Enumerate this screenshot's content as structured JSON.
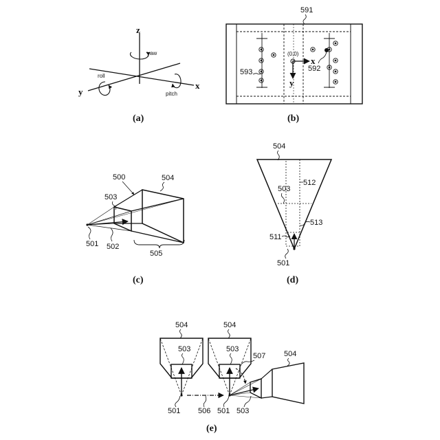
{
  "panels": {
    "a": {
      "caption": "(a)",
      "axes": {
        "z": "z",
        "x": "x",
        "y": "y"
      },
      "rotations": {
        "yaw": "yaw",
        "roll": "roll",
        "pitch": "pitch"
      }
    },
    "b": {
      "caption": "(b)",
      "refs": {
        "board": "591",
        "marker": "592",
        "dots": "593"
      },
      "origin": "(0,0)",
      "axes": {
        "x": "x",
        "y": "y"
      }
    },
    "c": {
      "caption": "(c)",
      "refs": {
        "frustum": "500",
        "viewpoint": "501",
        "near_plane_edge": "502",
        "near_plane": "503",
        "far_plane": "504",
        "depth": "505"
      }
    },
    "d": {
      "caption": "(d)",
      "refs": {
        "viewpoint": "501",
        "near_plane": "503",
        "far_plane": "504",
        "lower_region": "511",
        "column": "512",
        "boundary": "513"
      }
    },
    "e": {
      "caption": "(e)",
      "refs": {
        "far_plane_1": "504",
        "near_plane_1": "503",
        "viewpoint_1": "501",
        "movement": "506",
        "far_plane_2": "504",
        "near_plane_2": "503",
        "viewpoint_2": "501",
        "rotation": "507",
        "far_plane_3": "504",
        "near_plane_3": "503"
      }
    }
  }
}
